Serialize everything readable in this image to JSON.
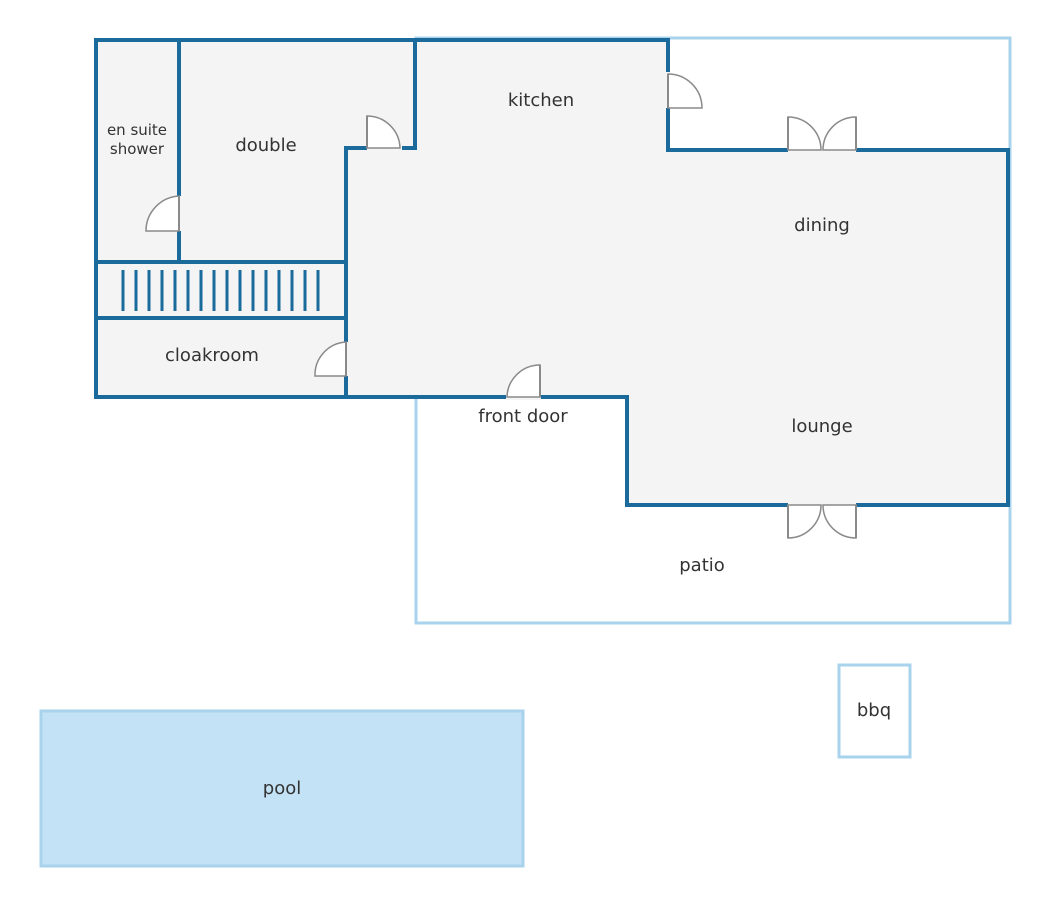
{
  "rooms": {
    "en_suite": [
      "en suite",
      "shower"
    ],
    "double": "double",
    "kitchen": "kitchen",
    "dining": "dining",
    "cloakroom": "cloakroom",
    "front_door": "front door",
    "lounge": "lounge",
    "patio": "patio",
    "bbq": "bbq",
    "pool": "pool"
  },
  "colors": {
    "wall": "#1b6a9c",
    "outdoor_outline": "#a9d3ec",
    "floor": "#f4f4f4",
    "pool": "#c3e2f5",
    "door": "#8a8a8a",
    "text": "#333333"
  }
}
